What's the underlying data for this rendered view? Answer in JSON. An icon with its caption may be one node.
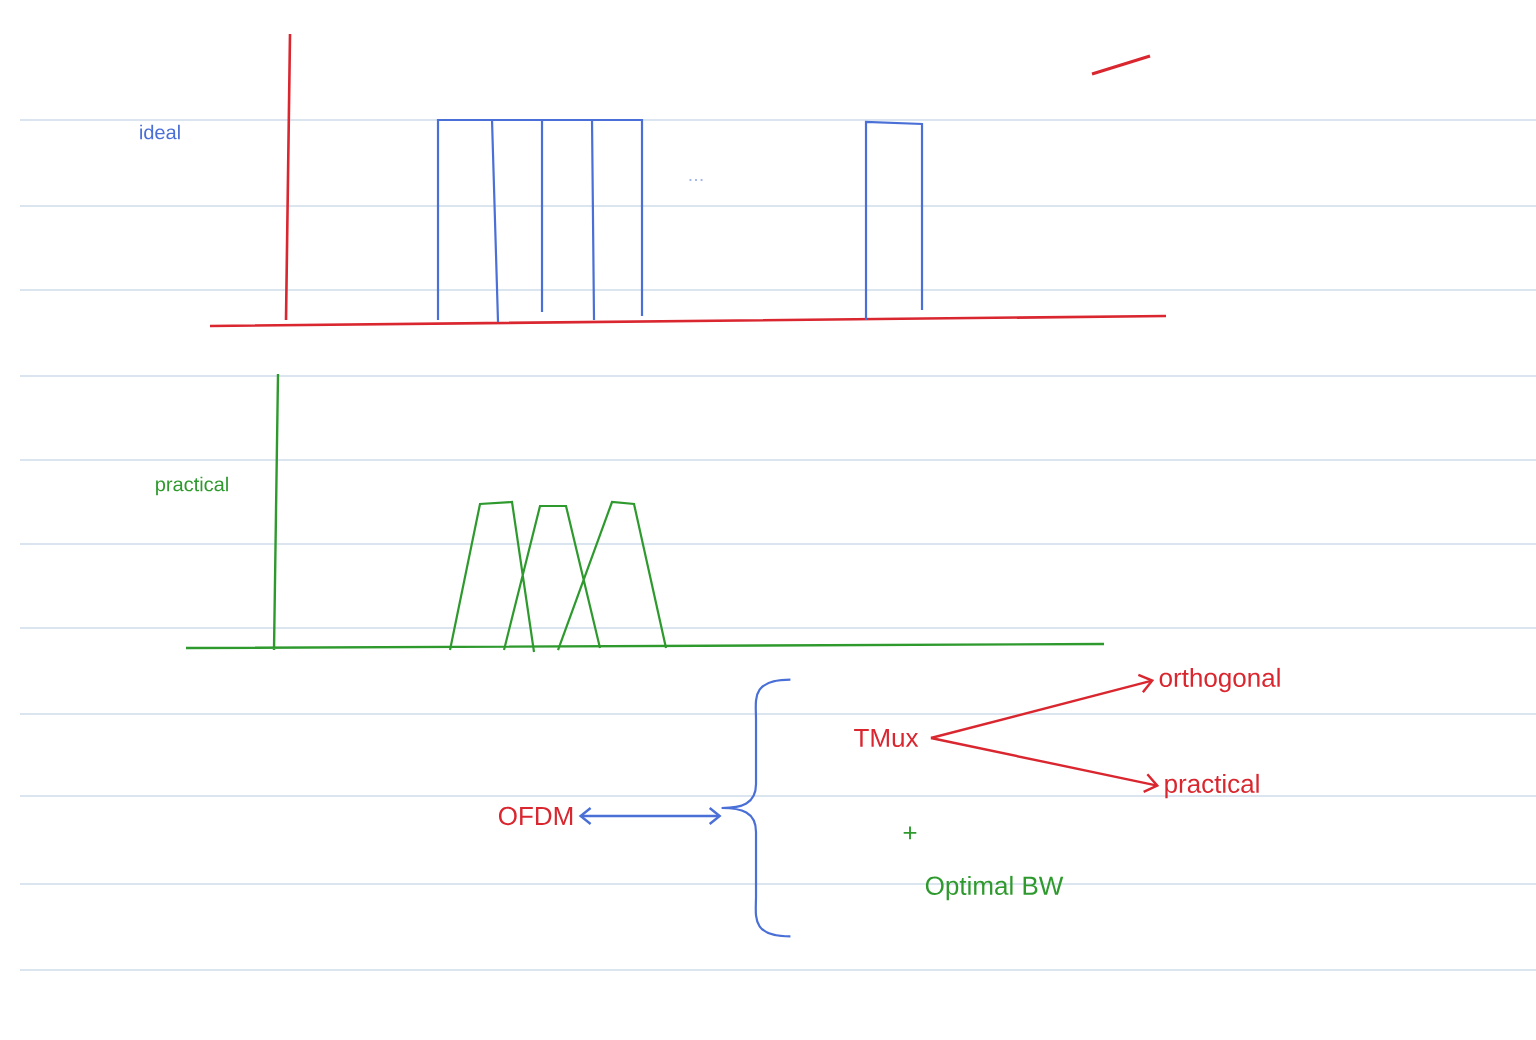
{
  "diagram": {
    "nodes": [
      {
        "text": [
          "OFDM"
        ]
      },
      {
        "text": [],
        "shape": "brace"
      },
      {
        "text": [
          "TMux"
        ]
      },
      {
        "text": [
          "orthogonal"
        ]
      },
      {
        "text": [
          "practical"
        ]
      }
    ],
    "edges": [
      {
        "from": 0,
        "to": 1,
        "arrow": "both",
        "color": "#4a6fd6"
      },
      {
        "from": 2,
        "to": 3,
        "arrow": "to"
      },
      {
        "from": 2,
        "to": 4,
        "arrow": "to"
      }
    ],
    "labels": [
      "ideal",
      "...",
      "practical",
      "+",
      "Optimal BW"
    ]
  }
}
